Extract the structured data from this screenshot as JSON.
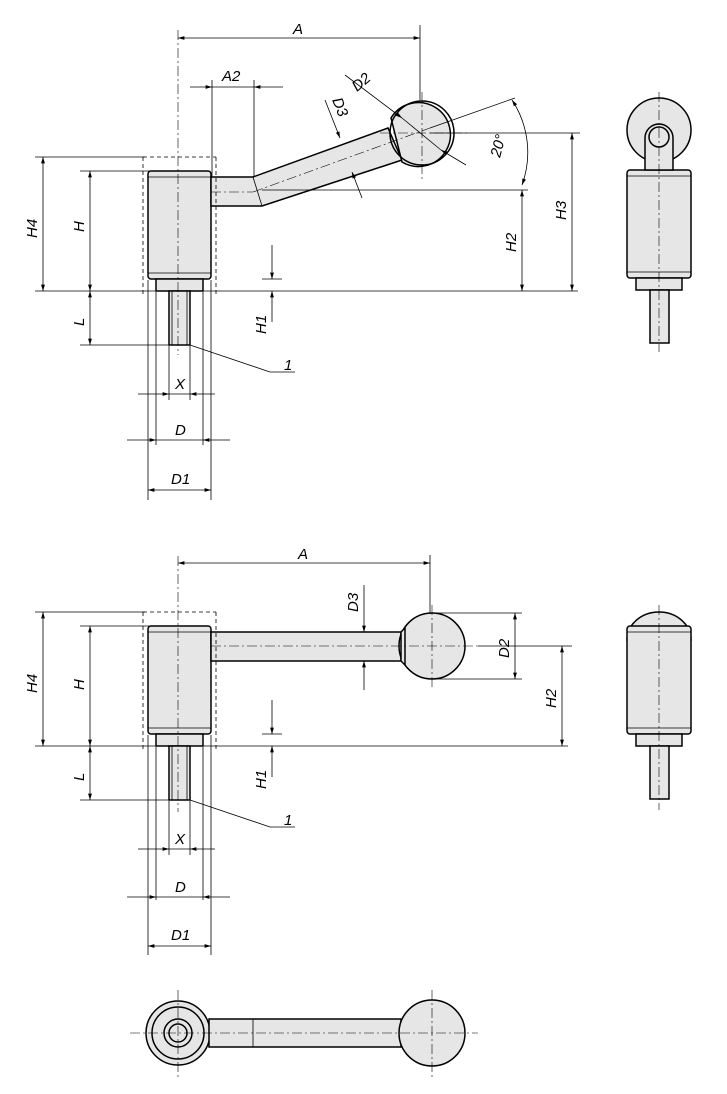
{
  "labels": {
    "A": "A",
    "A2": "A2",
    "D": "D",
    "D1": "D1",
    "D2": "D2",
    "D3": "D3",
    "H": "H",
    "H1": "H1",
    "H2": "H2",
    "H3": "H3",
    "H4": "H4",
    "L": "L",
    "X": "X",
    "angle": "20°",
    "callout": "1"
  }
}
